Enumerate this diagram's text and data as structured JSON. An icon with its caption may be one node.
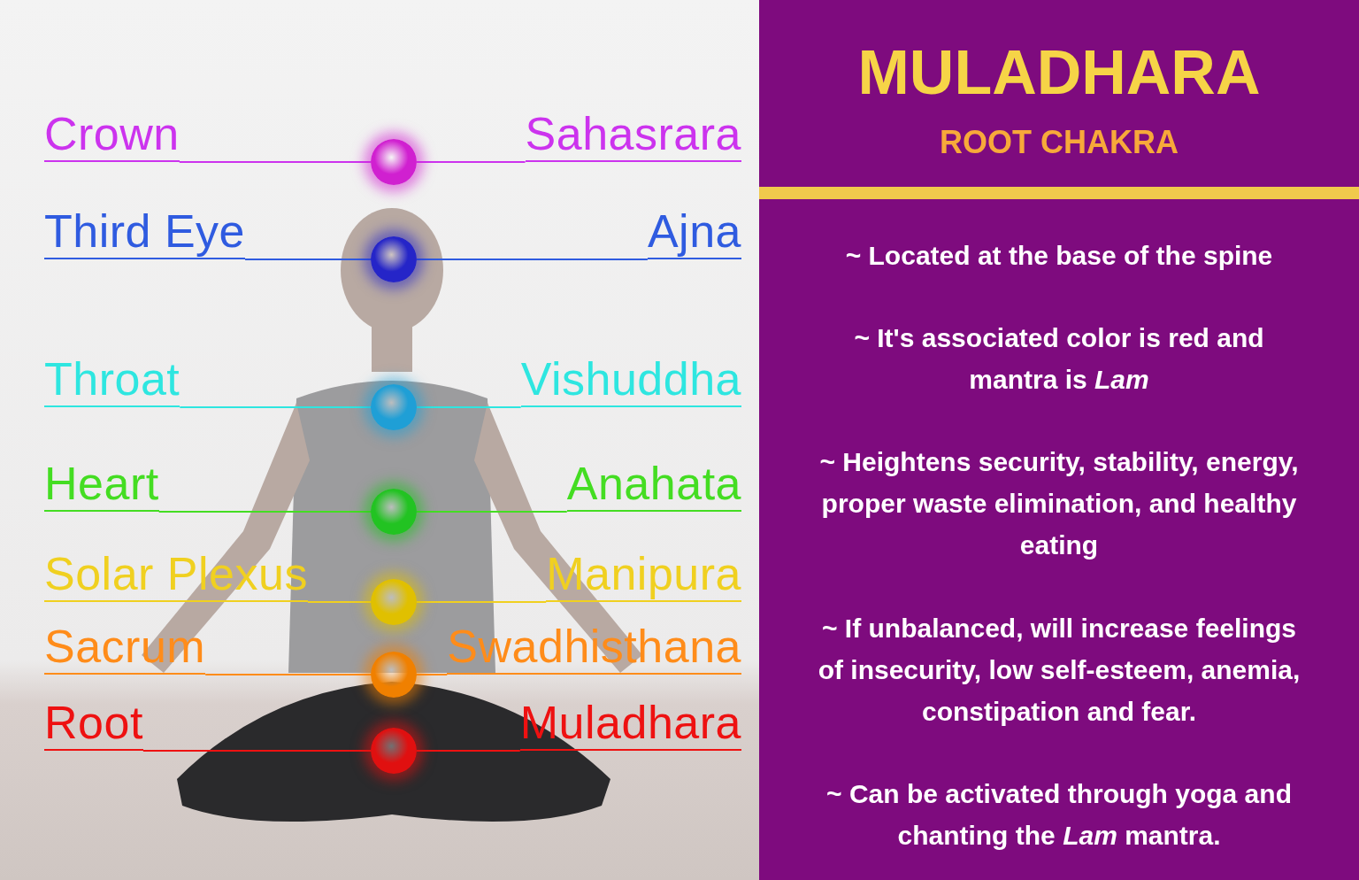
{
  "diagram": {
    "title": "MULADHARA",
    "nodes": [
      {
        "text": [
          "Crown"
        ]
      },
      {
        "text": [],
        "shape": "circle"
      },
      {
        "text": [
          "Sahasrara"
        ]
      },
      {
        "text": [
          "Third Eye"
        ]
      },
      {
        "text": [],
        "shape": "circle"
      },
      {
        "text": [
          "Ajna"
        ]
      },
      {
        "text": [
          "Throat"
        ]
      },
      {
        "text": [],
        "shape": "circle"
      },
      {
        "text": [
          "Vishuddha"
        ]
      },
      {
        "text": [
          "Heart"
        ]
      },
      {
        "text": [],
        "shape": "circle"
      },
      {
        "text": [
          "Anahata"
        ]
      },
      {
        "text": [
          "Solar Plexus"
        ]
      },
      {
        "text": [],
        "shape": "circle"
      },
      {
        "text": [
          "Manipura"
        ]
      },
      {
        "text": [
          "Sacrum"
        ]
      },
      {
        "text": [],
        "shape": "circle"
      },
      {
        "text": [
          "Swadhisthana"
        ]
      },
      {
        "text": [
          "Root"
        ]
      },
      {
        "text": [],
        "shape": "circle"
      },
      {
        "text": [
          "Muladhara"
        ]
      }
    ],
    "edges": [
      {
        "from": 0,
        "to": 1,
        "arrow": "none",
        "color": "#cc33ee"
      },
      {
        "from": 1,
        "to": 2,
        "arrow": "none",
        "color": "#cc33ee"
      },
      {
        "from": 3,
        "to": 4,
        "arrow": "none",
        "color": "#2f5be0"
      },
      {
        "from": 4,
        "to": 5,
        "arrow": "none",
        "color": "#2f5be0"
      },
      {
        "from": 6,
        "to": 7,
        "arrow": "none",
        "color": "#2ee6e0"
      },
      {
        "from": 7,
        "to": 8,
        "arrow": "none",
        "color": "#2ee6e0"
      },
      {
        "from": 9,
        "to": 10,
        "arrow": "none",
        "color": "#44dd22"
      },
      {
        "from": 10,
        "to": 11,
        "arrow": "none",
        "color": "#44dd22"
      },
      {
        "from": 12,
        "to": 13,
        "arrow": "none",
        "color": "#f0d020"
      },
      {
        "from": 13,
        "to": 14,
        "arrow": "none",
        "color": "#f0d020"
      },
      {
        "from": 15,
        "to": 16,
        "arrow": "none",
        "color": "#ff8c1a"
      },
      {
        "from": 16,
        "to": 17,
        "arrow": "none",
        "color": "#ff8c1a"
      },
      {
        "from": 18,
        "to": 19,
        "arrow": "none",
        "color": "#ee1111"
      },
      {
        "from": 19,
        "to": 20,
        "arrow": "none",
        "color": "#ee1111"
      }
    ],
    "labels": [
      "ROOT CHAKRA",
      "~ Located at the base of the spine",
      "~ It's associated color is red and mantra is *Lam*",
      "~ Heightens security, stability, energy, proper waste elimination, and healthy eating",
      "~ If unbalanced, will increase feelings of insecurity, low self-esteem, anemia, constipation and fear.",
      "~ Can be activated through yoga and chanting the *Lam* mantra."
    ]
  }
}
